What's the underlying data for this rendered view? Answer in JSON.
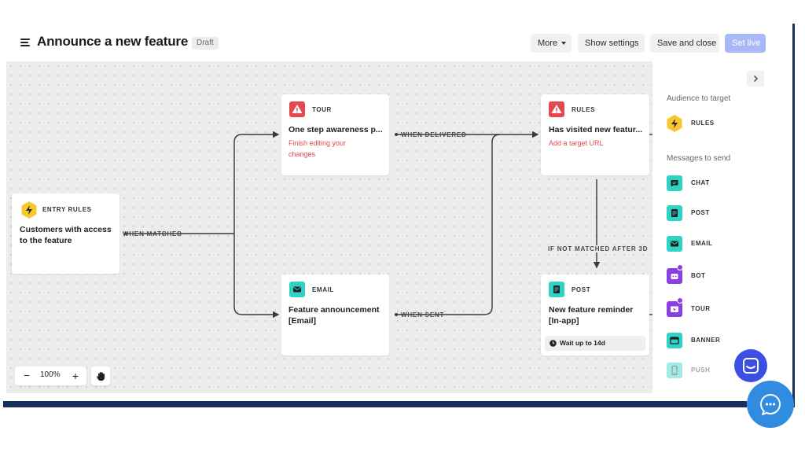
{
  "header": {
    "title": "Announce a new feature",
    "status_badge": "Draft",
    "more_label": "More",
    "show_settings_label": "Show settings",
    "save_close_label": "Save and close",
    "set_live_label": "Set live"
  },
  "canvas": {
    "zoom_level": "100%",
    "zoom_out_label": "−",
    "zoom_in_label": "+",
    "nodes": {
      "entry": {
        "type": "ENTRY RULES",
        "title": "Customers with access to the feature"
      },
      "tour": {
        "type": "TOUR",
        "title": "One step awareness p...",
        "error": "Finish editing your changes"
      },
      "rules": {
        "type": "RULES",
        "title": "Has visited new featur...",
        "error": "Add a target URL"
      },
      "email": {
        "type": "EMAIL",
        "title": "Feature announcement [Email]"
      },
      "post": {
        "type": "POST",
        "title": "New feature reminder [In-app]",
        "wait": "Wait up to 14d"
      }
    },
    "edges": {
      "when_matched": "WHEN MATCHED",
      "when_delivered": "WHEN DELIVERED",
      "when_sent": "WHEN SENT",
      "if_not_matched": "IF NOT MATCHED AFTER 3D"
    }
  },
  "sidepanel": {
    "audience_heading": "Audience to target",
    "audience_items": [
      {
        "label": "RULES",
        "icon": "lightning-icon"
      }
    ],
    "messages_heading": "Messages to send",
    "message_items": [
      {
        "label": "CHAT",
        "icon": "chat-icon"
      },
      {
        "label": "POST",
        "icon": "post-icon"
      },
      {
        "label": "EMAIL",
        "icon": "email-icon"
      },
      {
        "label": "BOT",
        "icon": "bot-icon"
      },
      {
        "label": "TOUR",
        "icon": "tour-icon"
      },
      {
        "label": "BANNER",
        "icon": "banner-icon"
      },
      {
        "label": "PUSH",
        "icon": "push-icon"
      }
    ]
  },
  "colors": {
    "accent_blue": "#3b4fe4",
    "set_live_bg": "#a9b8f7",
    "error_red": "#e5484d",
    "teal": "#2ed3c6",
    "rules_yellow": "#f8c62f",
    "purple": "#8a3fe0"
  }
}
